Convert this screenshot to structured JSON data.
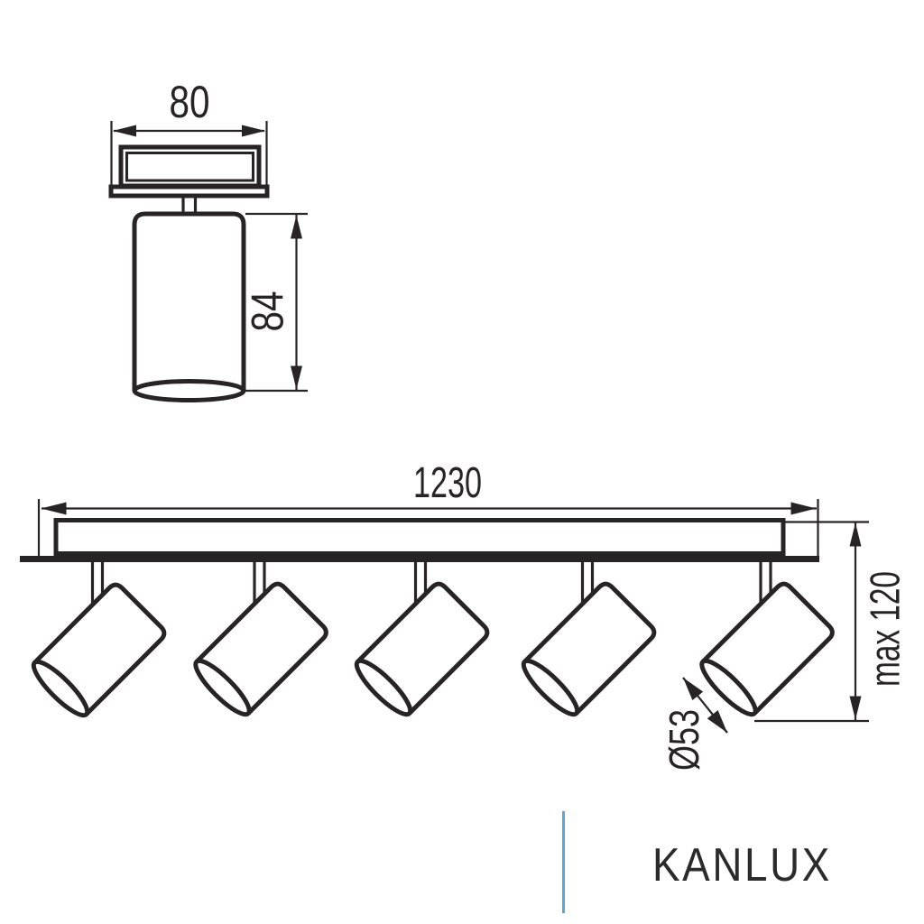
{
  "detail_view": {
    "width_label": "80",
    "height_label": "84"
  },
  "overview": {
    "length_label": "1230",
    "max_height_label": "max 120",
    "spot_diameter_label": "Ø53",
    "spot_count": 5
  },
  "logo": {
    "brand": "KANLUX"
  },
  "colors": {
    "line": "#282425",
    "accent": "#58a7d8",
    "background": "#ffffff"
  }
}
